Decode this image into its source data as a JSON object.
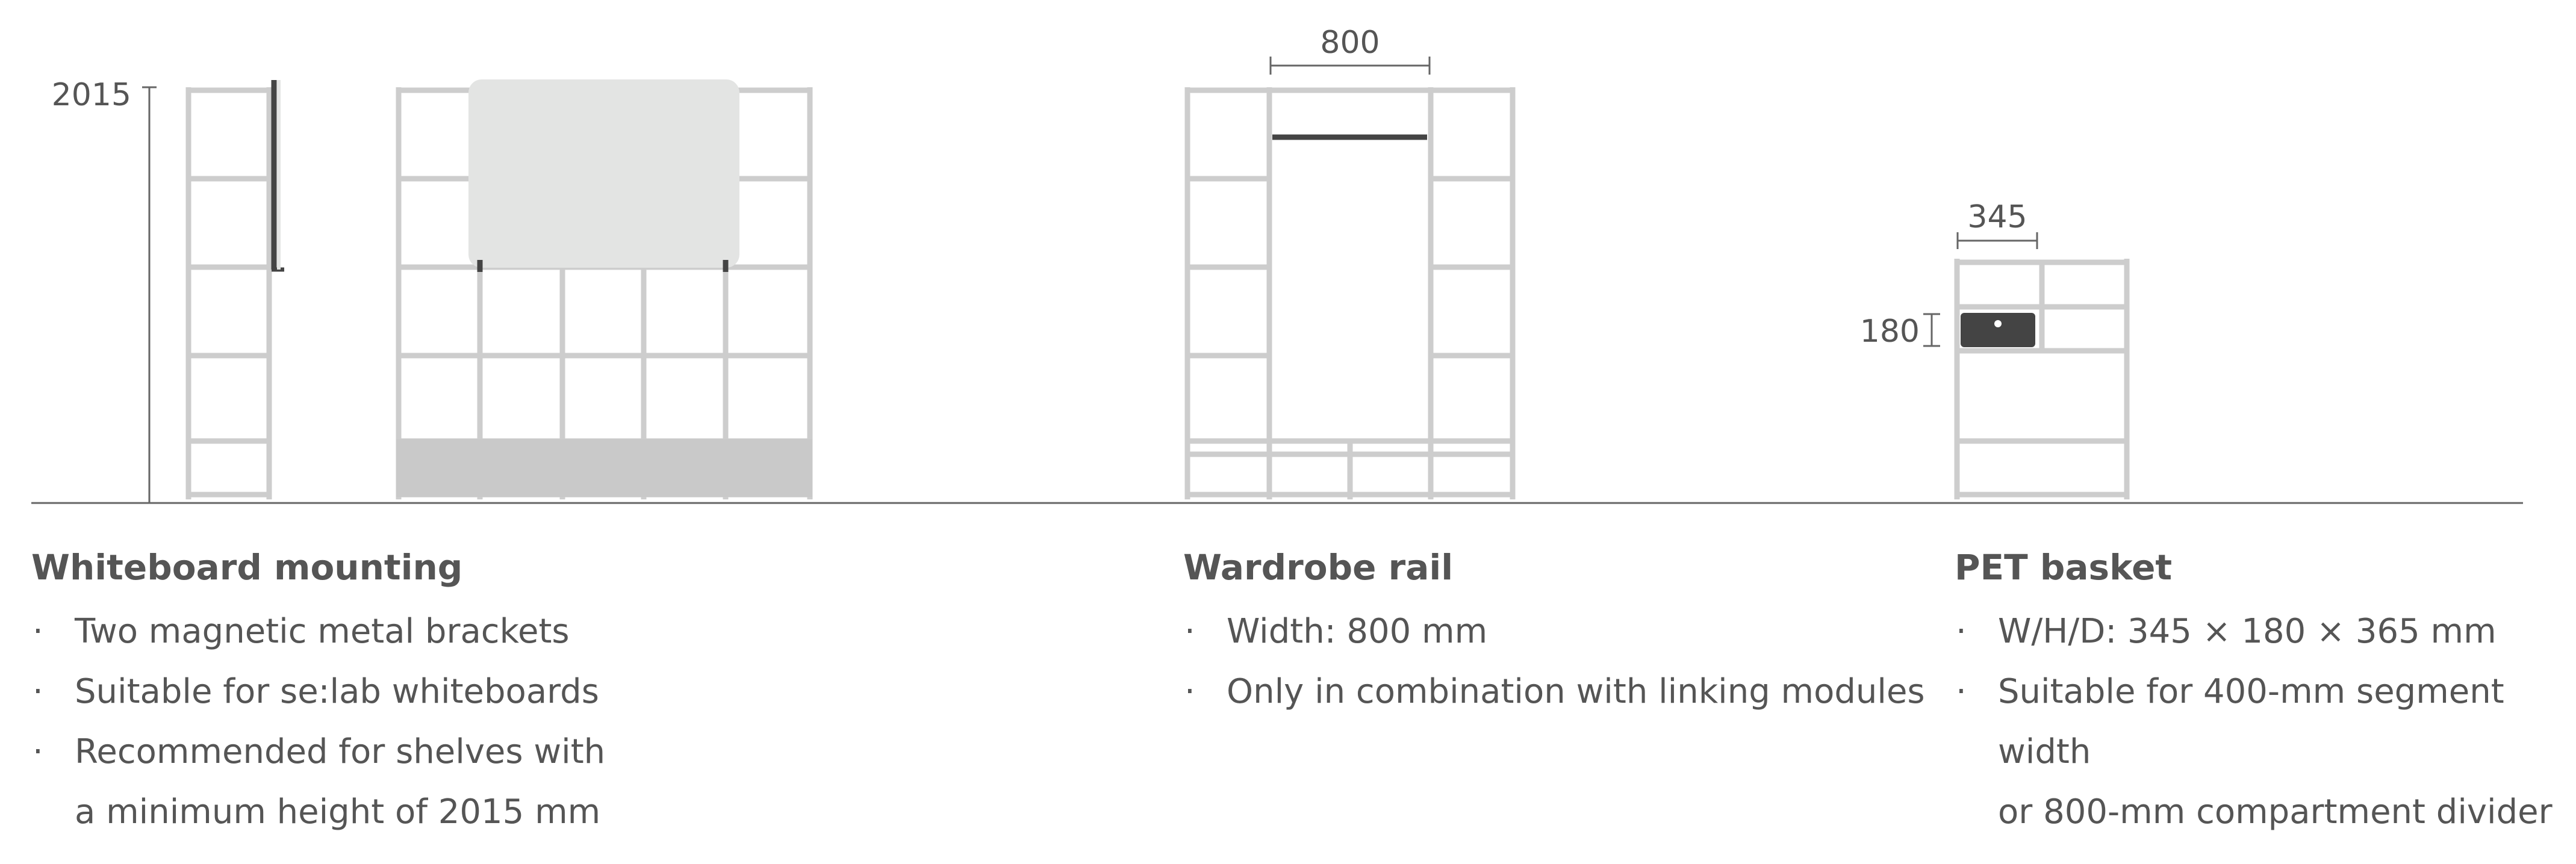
{
  "colors": {
    "frame": "#cdcdcd",
    "text": "#555555",
    "dark": "#444444",
    "whiteboard": "#e3e4e3",
    "drawer": "#c9c9c9",
    "ground": "#666666"
  },
  "dimensions": {
    "height_label": "2015",
    "rail_width_label": "800",
    "basket_width_label": "345",
    "basket_height_label": "180"
  },
  "sections": [
    {
      "title": "Whiteboard mounting",
      "bullet": "·",
      "items": [
        {
          "line1": "Two magnetic metal brackets"
        },
        {
          "line1": "Suitable for se:lab whiteboards"
        },
        {
          "line1": "Recommended for shelves with",
          "line2": "a minimum height of 2015 mm"
        }
      ]
    },
    {
      "title": "Wardrobe rail",
      "bullet": "·",
      "items": [
        {
          "line1": "Width: 800 mm"
        },
        {
          "line1": "Only in combination with linking modules"
        }
      ]
    },
    {
      "title": "PET basket",
      "bullet": "·",
      "items": [
        {
          "line1": "W/H/D: 345 × 180 × 365 mm"
        },
        {
          "line1": "Suitable for 400-mm segment width",
          "line2": "or 800-mm compartment divider"
        }
      ]
    }
  ]
}
